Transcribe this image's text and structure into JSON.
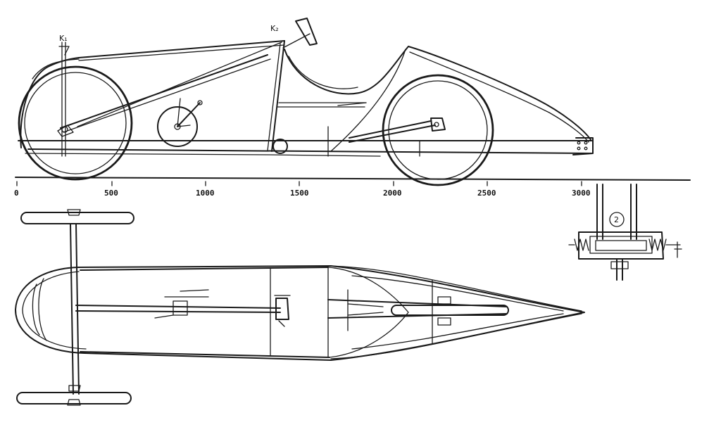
{
  "markers": {
    "k1": "K₁",
    "k2": "K₂"
  },
  "scale": {
    "ticks": [
      "0",
      "500",
      "1000",
      "1500",
      "2000",
      "2500",
      "3000"
    ]
  },
  "detail": {
    "number": "2"
  }
}
